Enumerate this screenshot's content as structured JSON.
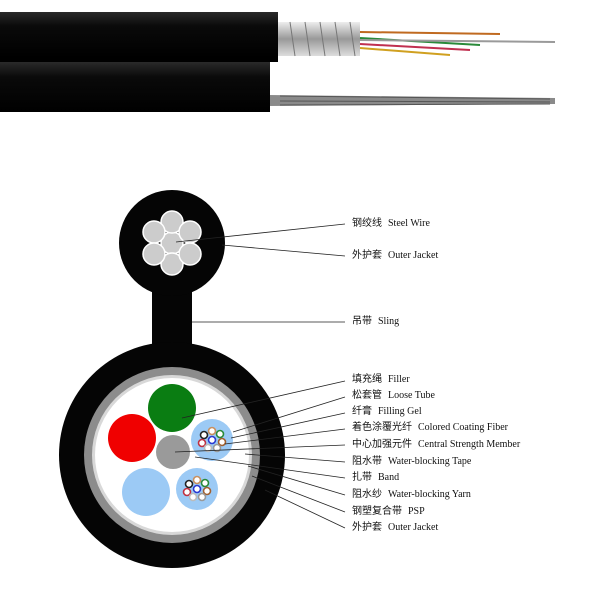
{
  "labels": [
    {
      "cn": "钢绞线",
      "en": "Steel Wire"
    },
    {
      "cn": "外护套",
      "en": "Outer Jacket"
    },
    {
      "cn": "吊带",
      "en": "Sling"
    },
    {
      "cn": "填充绳",
      "en": "Filler"
    },
    {
      "cn": "松套管",
      "en": "Loose Tube"
    },
    {
      "cn": "纤膏",
      "en": "Filling Gel"
    },
    {
      "cn": "着色涂覆光纤",
      "en": "Colored Coating Fiber"
    },
    {
      "cn": "中心加强元件",
      "en": "Central Strength Member"
    },
    {
      "cn": "阻水带",
      "en": "Water-blocking Tape"
    },
    {
      "cn": "扎带",
      "en": "Band"
    },
    {
      "cn": "阻水纱",
      "en": "Water-blocking Yarn"
    },
    {
      "cn": "钢塑复合带",
      "en": "PSP"
    },
    {
      "cn": "外护套",
      "en": "Outer Jacket"
    }
  ],
  "colors": {
    "jacket": "#050505",
    "psp": "#8c8c8c",
    "green": "#0a7d12",
    "red": "#f00000",
    "tube": "#9ccaf5",
    "csm": "#9a9a9a"
  }
}
